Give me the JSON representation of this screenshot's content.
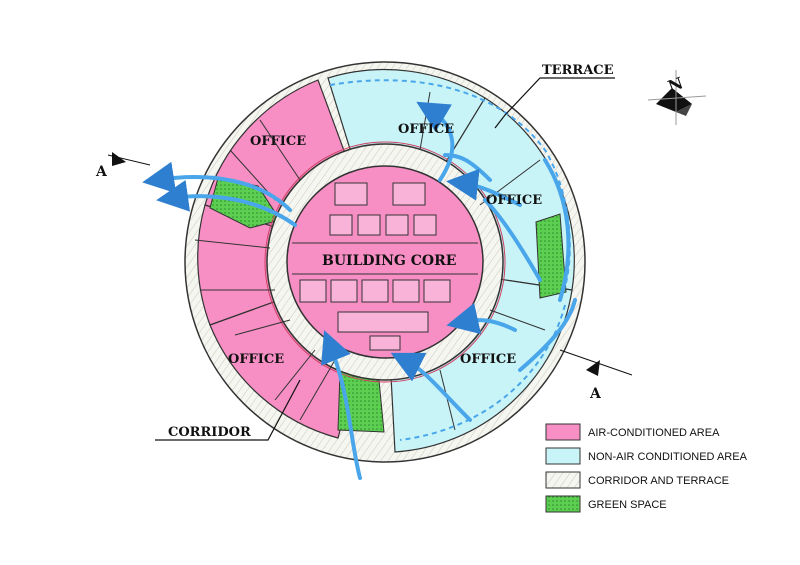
{
  "labels": {
    "office": "OFFICE",
    "building_core": "BUILDING CORE",
    "terrace": "TERRACE",
    "corridor": "CORRIDOR",
    "section_mark": "A",
    "north": "N"
  },
  "legend": [
    {
      "label": "AIR-CONDITIONED AREA",
      "color": "#f78fc5"
    },
    {
      "label": "NON-AIR CONDITIONED AREA",
      "color": "#c8f4f8"
    },
    {
      "label": "CORRIDOR AND TERRACE",
      "color": "#ffffff"
    },
    {
      "label": "GREEN SPACE",
      "color": "#5ccf52"
    }
  ],
  "colors": {
    "air_conditioned": "#f78fc5",
    "non_air_conditioned": "#c8f4f8",
    "corridor": "#f0f0ea",
    "green": "#5ccf52",
    "airflow": "#4aa6ea"
  }
}
